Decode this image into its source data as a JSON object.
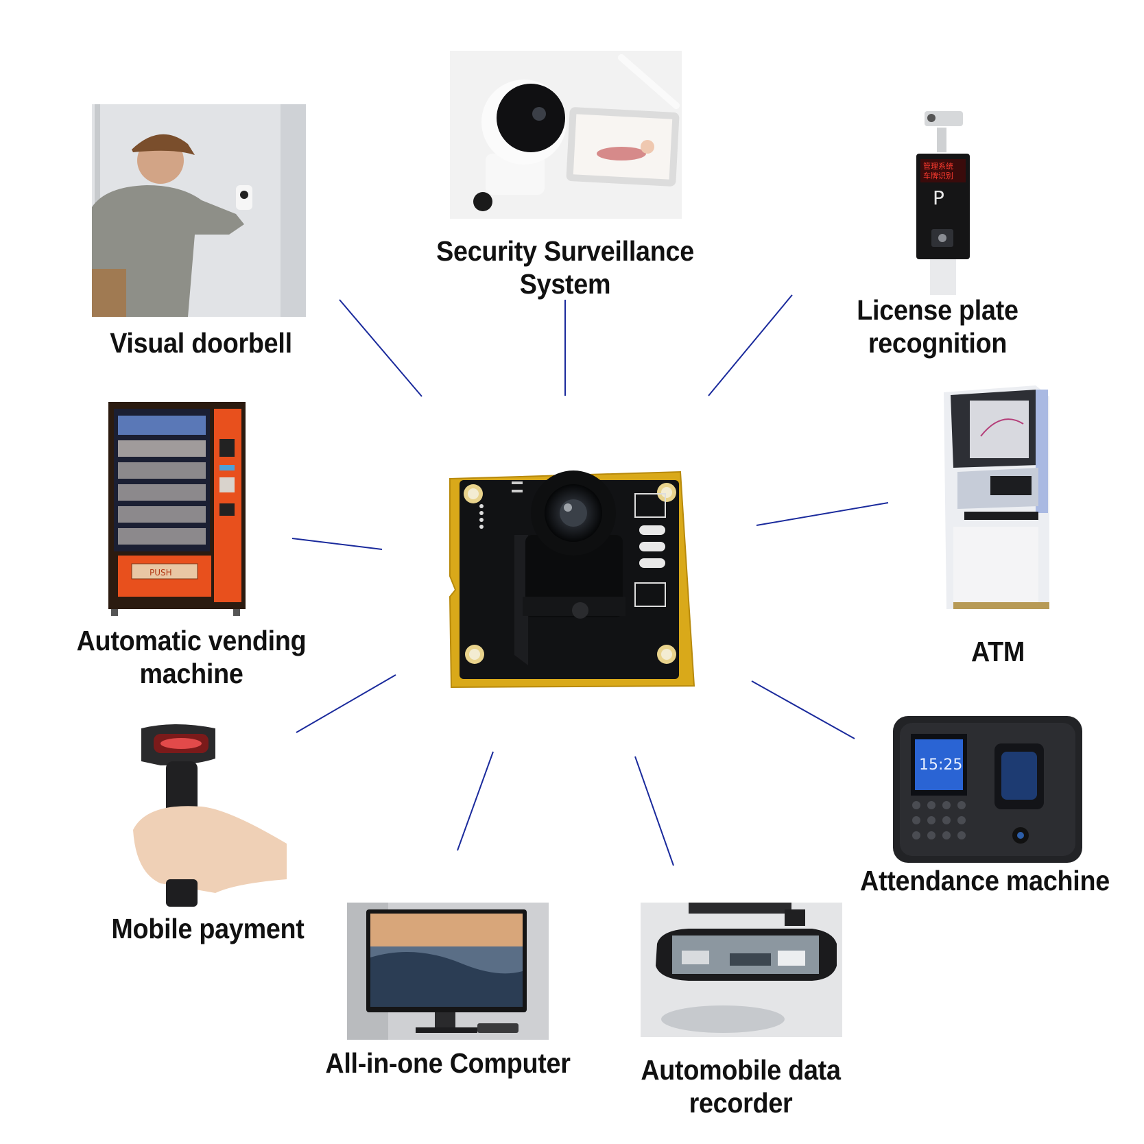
{
  "center": {
    "name": "camera-module-board"
  },
  "applications": [
    {
      "id": "security",
      "label_lines": [
        "Security Surveillance",
        "System"
      ],
      "icon": "baby-monitor-camera"
    },
    {
      "id": "doorbell",
      "label_lines": [
        "Visual doorbell"
      ],
      "icon": "person-pressing-doorbell"
    },
    {
      "id": "license",
      "label_lines": [
        "License plate",
        "recognition"
      ],
      "icon": "parking-gate-camera"
    },
    {
      "id": "vending",
      "label_lines": [
        "Automatic vending",
        "machine"
      ],
      "icon": "vending-machine"
    },
    {
      "id": "atm",
      "label_lines": [
        "ATM"
      ],
      "icon": "atm-machine"
    },
    {
      "id": "payment",
      "label_lines": [
        "Mobile payment"
      ],
      "icon": "handheld-barcode-scanner"
    },
    {
      "id": "attendance",
      "label_lines": [
        "Attendance machine"
      ],
      "icon": "fingerprint-attendance-terminal"
    },
    {
      "id": "aio",
      "label_lines": [
        "All-in-one Computer"
      ],
      "icon": "desktop-monitor"
    },
    {
      "id": "recorder",
      "label_lines": [
        "Automobile data",
        "recorder"
      ],
      "icon": "rearview-mirror-dashcam"
    }
  ],
  "connector_color": "#1a2a9c"
}
